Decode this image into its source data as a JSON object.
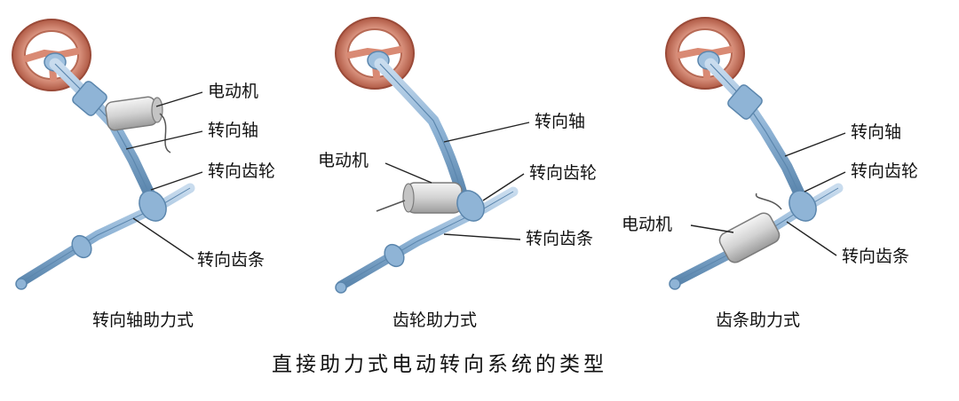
{
  "title": "直接助力式电动转向系统的类型",
  "colors": {
    "wheel": "#d98a74",
    "wheel_dark": "#b05a45",
    "shaft": "#8fb4d6",
    "shaft_dark": "#5b86ad",
    "motor": "#d6d6d6",
    "leader": "#222222"
  },
  "panels": [
    {
      "caption": "转向轴助力式",
      "labels": {
        "motor": "电动机",
        "shaft": "转向轴",
        "gear": "转向齿轮",
        "rack": "转向齿条"
      }
    },
    {
      "caption": "齿轮助力式",
      "labels": {
        "shaft": "转向轴",
        "motor": "电动机",
        "gear": "转向齿轮",
        "rack": "转向齿条"
      }
    },
    {
      "caption": "齿条助力式",
      "labels": {
        "shaft": "转向轴",
        "gear": "转向齿轮",
        "motor": "电动机",
        "rack": "转向齿条"
      }
    }
  ]
}
